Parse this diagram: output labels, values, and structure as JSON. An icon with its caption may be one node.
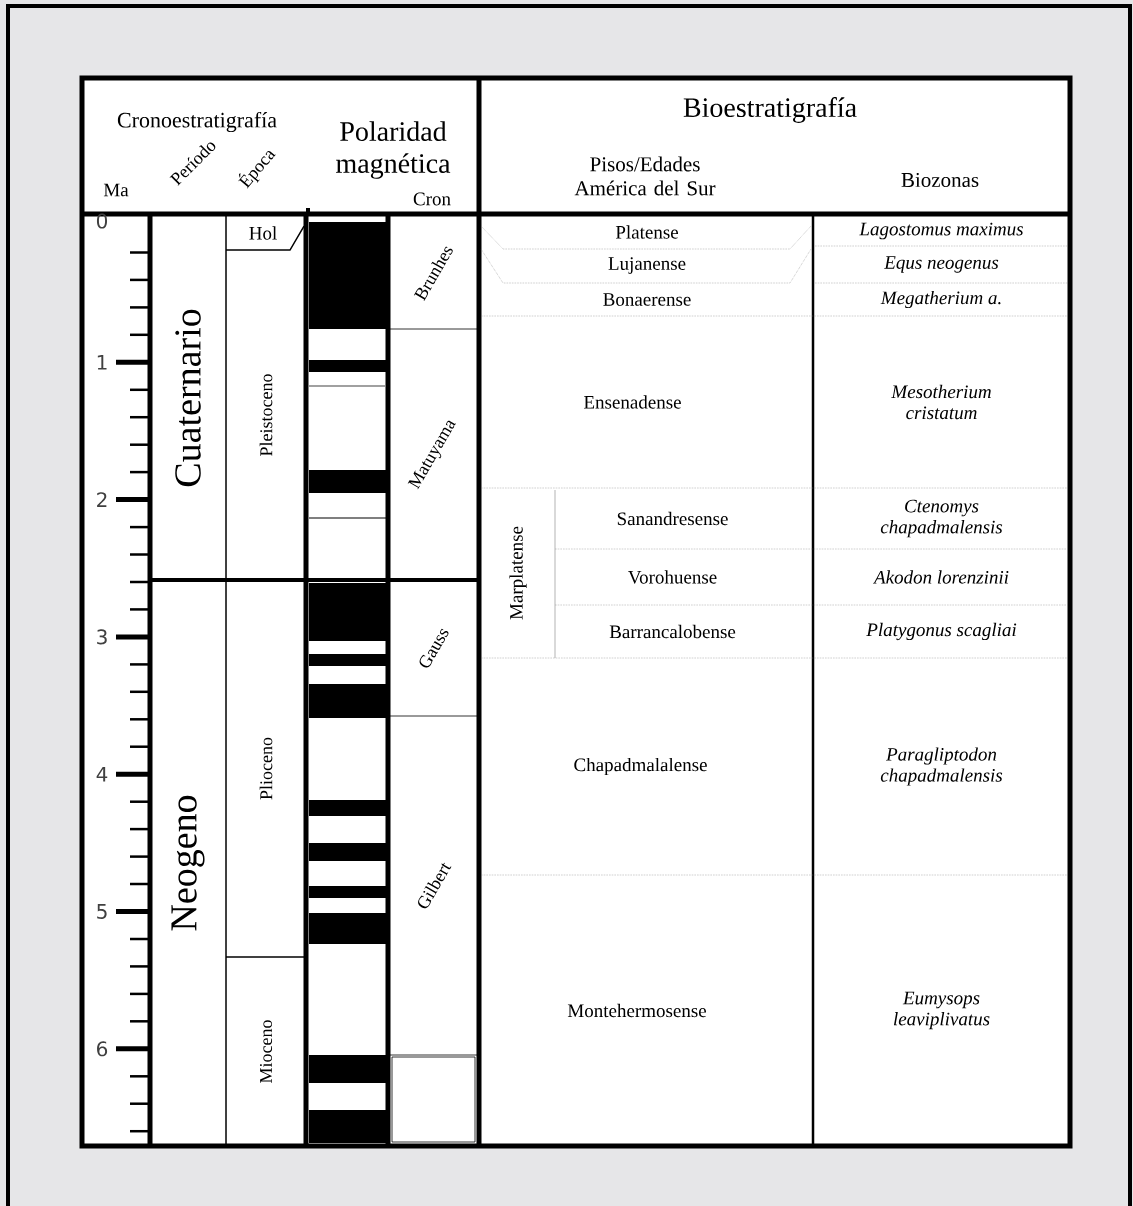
{
  "diagram": {
    "nodes": [
      {
        "text": [
          "Cuaternario"
        ]
      },
      {
        "text": [
          "Neogeno"
        ]
      },
      {
        "text": [
          "Hol"
        ]
      },
      {
        "text": [
          "Pleistoceno"
        ]
      },
      {
        "text": [
          "Plioceno"
        ]
      },
      {
        "text": [
          "Mioceno"
        ]
      },
      {
        "text": [
          "Brunhes"
        ]
      },
      {
        "text": [
          "Matuyama"
        ]
      },
      {
        "text": [
          "Gauss"
        ]
      },
      {
        "text": [
          "Gilbert"
        ]
      },
      {
        "text": [],
        "shape": "box"
      },
      {
        "text": [
          "Platense"
        ]
      },
      {
        "text": [
          "Lujanense"
        ]
      },
      {
        "text": [
          "Bonaerense"
        ]
      },
      {
        "text": [
          "Ensenadense"
        ]
      },
      {
        "text": [
          "Marplatense"
        ]
      },
      {
        "text": [
          "Sanandresense"
        ]
      },
      {
        "text": [
          "Vorohuense"
        ]
      },
      {
        "text": [
          "Barrancalobense"
        ]
      },
      {
        "text": [
          "Chapadmalalense"
        ]
      },
      {
        "text": [
          "Montehermosense"
        ]
      },
      {
        "text": [
          "Lagostomus maximus"
        ]
      },
      {
        "text": [
          "Equs neogenus"
        ]
      },
      {
        "text": [
          "Megatherium a."
        ]
      },
      {
        "text": [
          "Mesotherium cristatum"
        ]
      },
      {
        "text": [
          "Ctenomys chapadmalensis"
        ]
      },
      {
        "text": [
          "Akodon lorenzinii"
        ]
      },
      {
        "text": [
          "Platygonus scagliai"
        ]
      },
      {
        "text": [
          "Paragliptodon chapadmalensis"
        ]
      },
      {
        "text": [
          "Eumysops leaviplivatus"
        ]
      }
    ],
    "edges": [],
    "labels": [
      "Cronoestratigrafía",
      "Polaridad magnética",
      "Bioestratigrafía",
      "Ma",
      "Período",
      "Época",
      "Cron",
      "Pisos/Edades América del Sur",
      "Biozonas",
      "0",
      "1",
      "2",
      "3",
      "4",
      "5",
      "6"
    ]
  }
}
